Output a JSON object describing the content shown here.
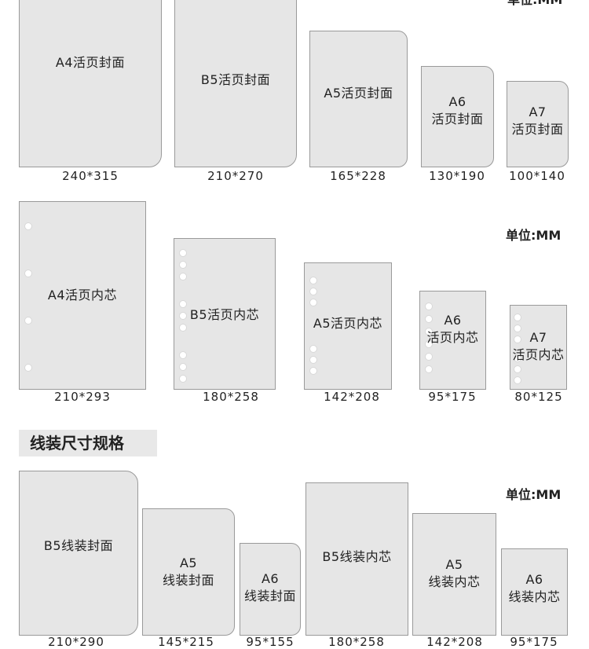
{
  "top_unit_partial": "单位:MM",
  "loose_leaf_covers": [
    {
      "l1": "A4活页封面",
      "l2": "",
      "size": "240*315"
    },
    {
      "l1": "B5活页封面",
      "l2": "",
      "size": "210*270"
    },
    {
      "l1": "A5活页封面",
      "l2": "",
      "size": "165*228"
    },
    {
      "l1": "A6",
      "l2": "活页封面",
      "size": "130*190"
    },
    {
      "l1": "A7",
      "l2": "活页封面",
      "size": "100*140"
    }
  ],
  "loose_leaf_unit": "单位:MM",
  "loose_leaf_inserts": [
    {
      "l1": "A4活页内芯",
      "l2": "",
      "size": "210*293"
    },
    {
      "l1": "B5活页内芯",
      "l2": "",
      "size": "180*258"
    },
    {
      "l1": "A5活页内芯",
      "l2": "",
      "size": "142*208"
    },
    {
      "l1": "A6",
      "l2": "活页内芯",
      "size": "95*175"
    },
    {
      "l1": "A7",
      "l2": "活页内芯",
      "size": "80*125"
    }
  ],
  "thread_section_title": "线装尺寸规格",
  "thread_unit": "单位:MM",
  "thread_items": [
    {
      "l1": "B5线装封面",
      "l2": "",
      "size": "210*290"
    },
    {
      "l1": "A5",
      "l2": "线装封面",
      "size": "145*215"
    },
    {
      "l1": "A6",
      "l2": "线装封面",
      "size": "95*155"
    },
    {
      "l1": "B5线装内芯",
      "l2": "",
      "size": "180*258"
    },
    {
      "l1": "A5",
      "l2": "线装内芯",
      "size": "142*208"
    },
    {
      "l1": "A6",
      "l2": "线装内芯",
      "size": "95*175"
    }
  ]
}
